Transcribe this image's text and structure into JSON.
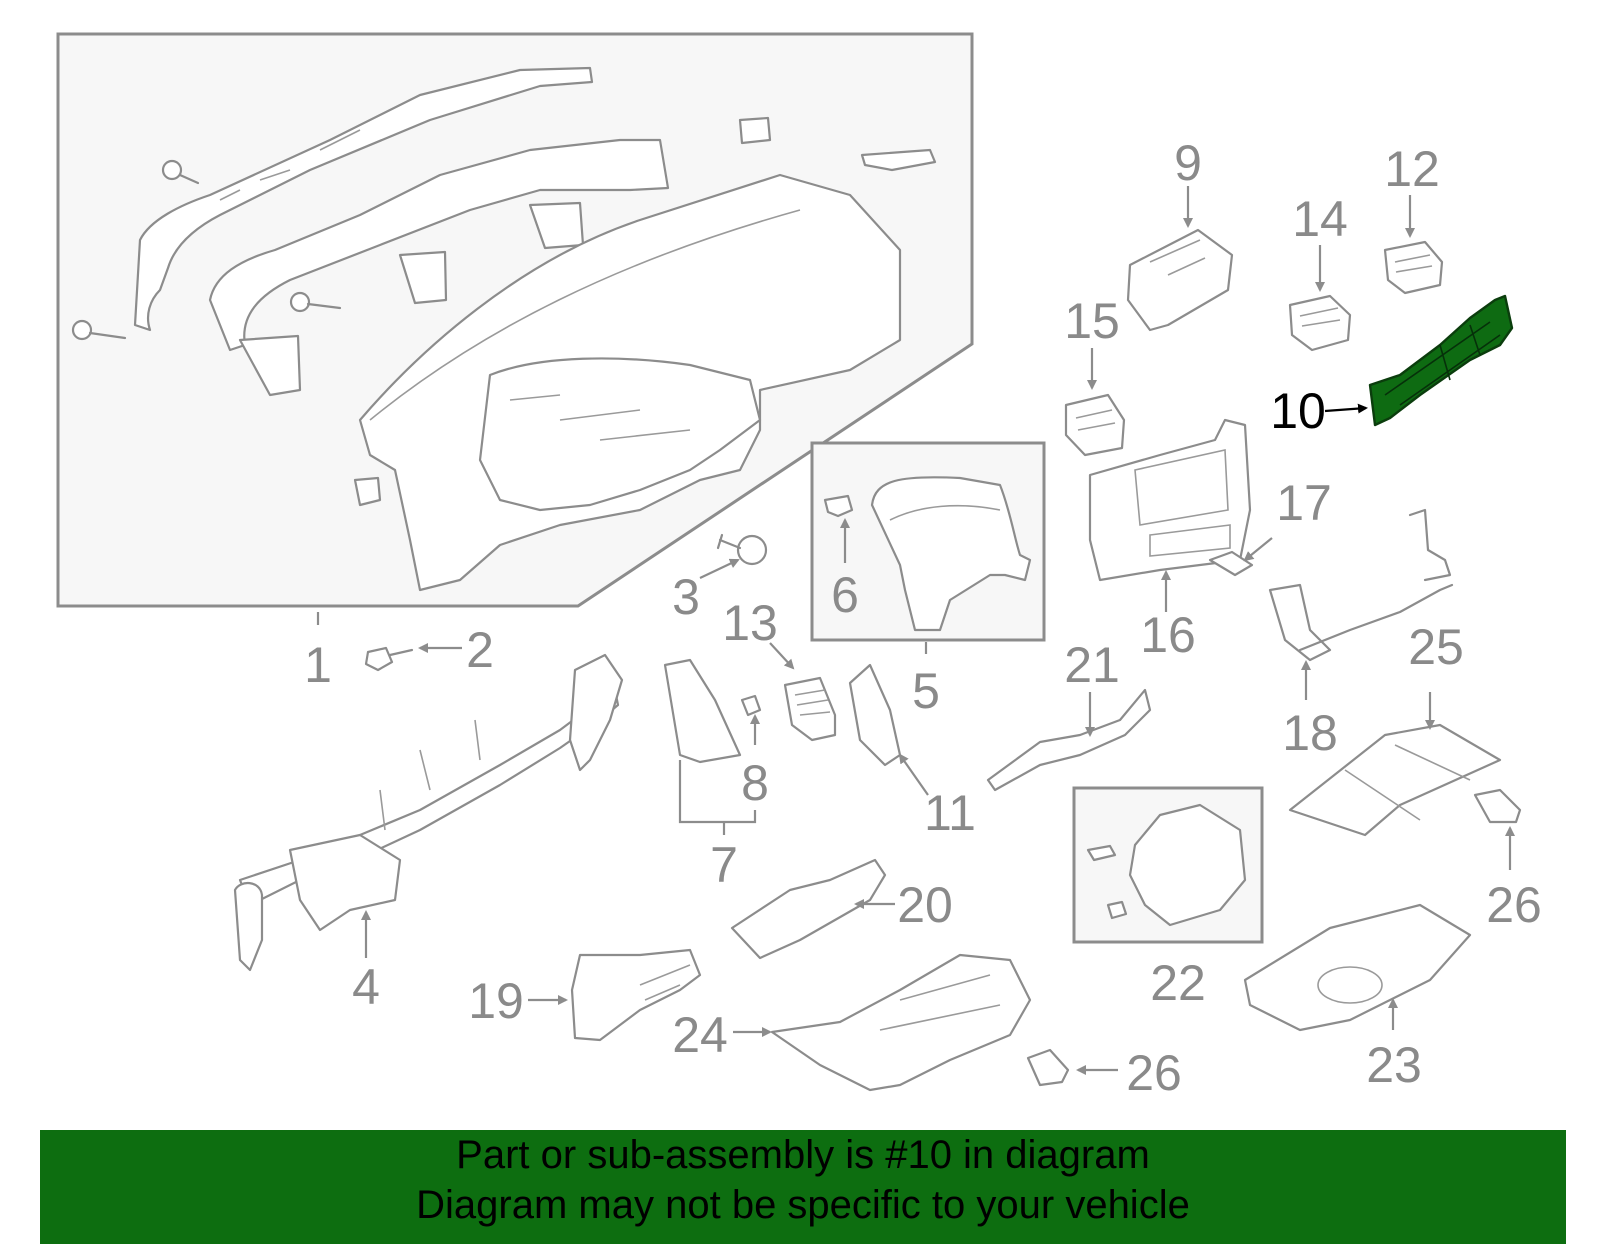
{
  "diagram": {
    "callouts": [
      "1",
      "2",
      "3",
      "4",
      "5",
      "6",
      "7",
      "8",
      "9",
      "10",
      "11",
      "12",
      "13",
      "14",
      "15",
      "16",
      "17",
      "18",
      "19",
      "20",
      "21",
      "22",
      "23",
      "24",
      "25",
      "26",
      "26"
    ],
    "highlighted_part": "10",
    "highlight_color": "#0e6b12"
  },
  "banner": {
    "line1": "Part or sub-assembly is #10 in diagram",
    "line2": "Diagram may not be specific to your vehicle",
    "background": "#0d6e10"
  }
}
